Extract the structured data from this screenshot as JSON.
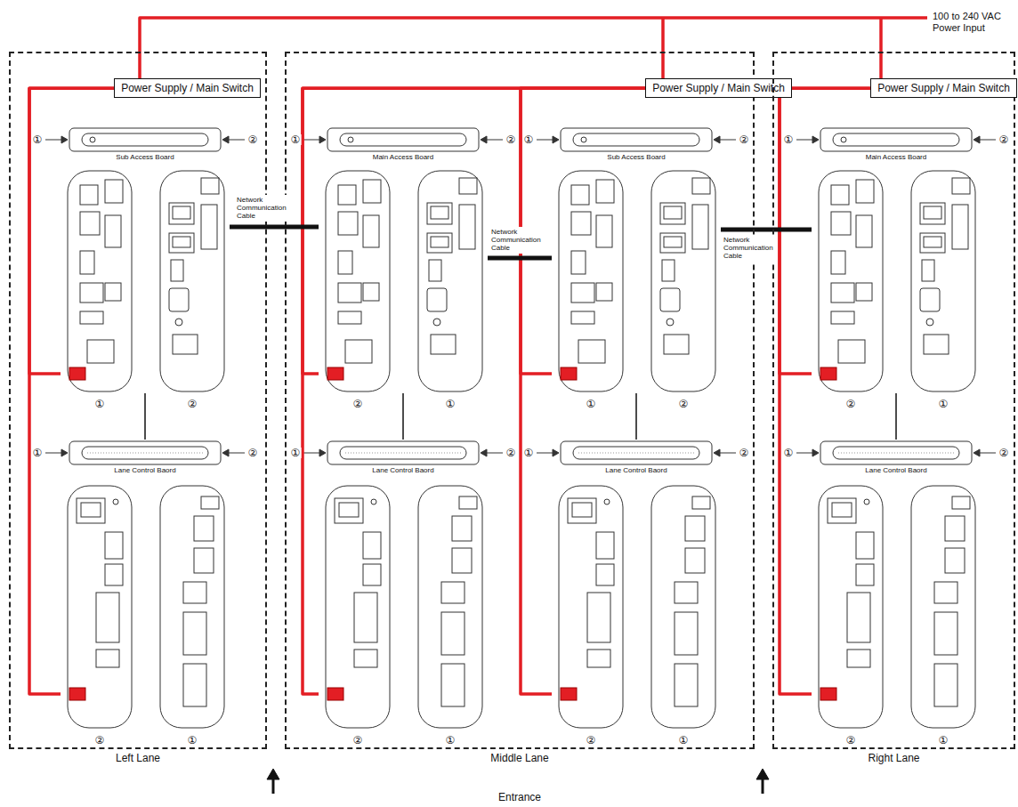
{
  "diagram": {
    "nodes": [
      {
        "text": [
          "Left Lane"
        ]
      },
      {
        "text": [
          "Middle Lane"
        ]
      },
      {
        "text": [
          "Right Lane"
        ]
      },
      {
        "text": [
          "Power Supply / Main Switch"
        ],
        "in": 0
      },
      {
        "text": [
          "Sub Access Board"
        ],
        "in": 0
      },
      {
        "text": [
          "Lane Control Baord"
        ],
        "in": 0
      },
      {
        "text": [
          "Power Supply / Main Switch"
        ],
        "in": 1
      },
      {
        "text": [
          "Main Access Board"
        ],
        "in": 1
      },
      {
        "text": [
          "Lane Control Baord"
        ],
        "in": 1
      },
      {
        "text": [
          "Sub Access Board"
        ],
        "in": 1
      },
      {
        "text": [
          "Lane Control Baord"
        ],
        "in": 1
      },
      {
        "text": [
          "Power Supply / Main Switch"
        ],
        "in": 2
      },
      {
        "text": [
          "Main Access Board"
        ],
        "in": 2
      },
      {
        "text": [
          "Lane Control Baord"
        ],
        "in": 2
      }
    ],
    "edges": [
      {
        "from": 3,
        "to": 4,
        "arrow": "none"
      },
      {
        "from": 3,
        "to": 5,
        "arrow": "none"
      },
      {
        "from": 6,
        "to": 7,
        "arrow": "none"
      },
      {
        "from": 6,
        "to": 8,
        "arrow": "none"
      },
      {
        "from": 6,
        "to": 9,
        "arrow": "none"
      },
      {
        "from": 6,
        "to": 10,
        "arrow": "none"
      },
      {
        "from": 11,
        "to": 12,
        "arrow": "none"
      },
      {
        "from": 11,
        "to": 13,
        "arrow": "none"
      },
      {
        "from": 4,
        "to": 7,
        "label": "Network Communication Cable",
        "arrow": "none"
      },
      {
        "from": 7,
        "to": 9,
        "label": "Network Communication Cable",
        "arrow": "none"
      },
      {
        "from": 9,
        "to": 12,
        "label": "Network Communication Cable",
        "arrow": "none"
      },
      {
        "from": 4,
        "to": 5,
        "arrow": "none"
      },
      {
        "from": 7,
        "to": 8,
        "arrow": "none"
      },
      {
        "from": 9,
        "to": 10,
        "arrow": "none"
      },
      {
        "from": 12,
        "to": 13,
        "arrow": "none"
      }
    ],
    "labels": [
      "100 to 240 VAC Power Input",
      "①",
      "②",
      "①",
      "②",
      "①",
      "②",
      "①",
      "②",
      "①",
      "②",
      "②",
      "①",
      "①",
      "②",
      "②",
      "①",
      "①",
      "②",
      "①",
      "②",
      "①",
      "②",
      "①",
      "②",
      "②",
      "①",
      "②",
      "①",
      "②",
      "①",
      "②",
      "①",
      "Entrance"
    ]
  }
}
